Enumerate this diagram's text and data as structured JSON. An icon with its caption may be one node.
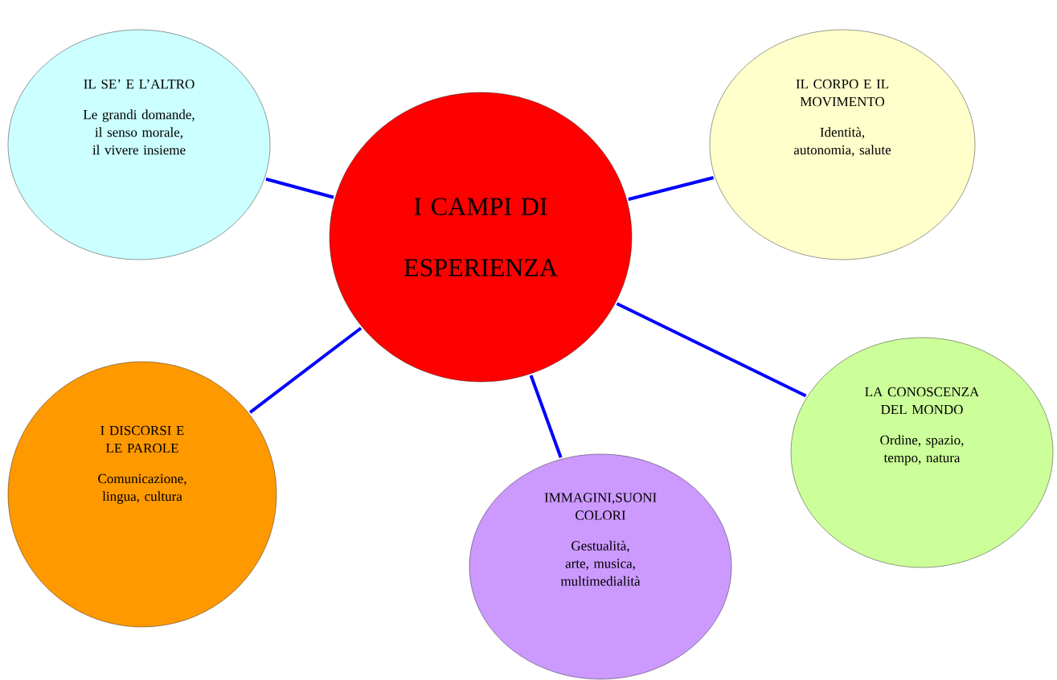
{
  "diagram": {
    "nodes": [
      {
        "text": [
          "I CAMPI DI ESPERIENZA"
        ]
      },
      {
        "text": [
          "IL SE’ E L’ALTRO",
          "Le grandi domande, il senso morale, il vivere insieme"
        ]
      },
      {
        "text": [
          "IL CORPO E IL MOVIMENTO",
          "Identità, autonomia, salute"
        ]
      },
      {
        "text": [
          "I DISCORSI E LE PAROLE",
          "Comunicazione, lingua, cultura"
        ]
      },
      {
        "text": [
          "IMMAGINI,SUONI COLORI",
          "Gestualità, arte, musica, multimedialità"
        ]
      },
      {
        "text": [
          "LA CONOSCENZA DEL MONDO",
          "Ordine, spazio, tempo, natura"
        ]
      }
    ],
    "edges": [
      {
        "from": 0,
        "to": 1,
        "arrow": "none"
      },
      {
        "from": 0,
        "to": 2,
        "arrow": "none"
      },
      {
        "from": 0,
        "to": 3,
        "arrow": "none"
      },
      {
        "from": 0,
        "to": 4,
        "arrow": "none"
      },
      {
        "from": 0,
        "to": 5,
        "arrow": "none"
      }
    ]
  }
}
